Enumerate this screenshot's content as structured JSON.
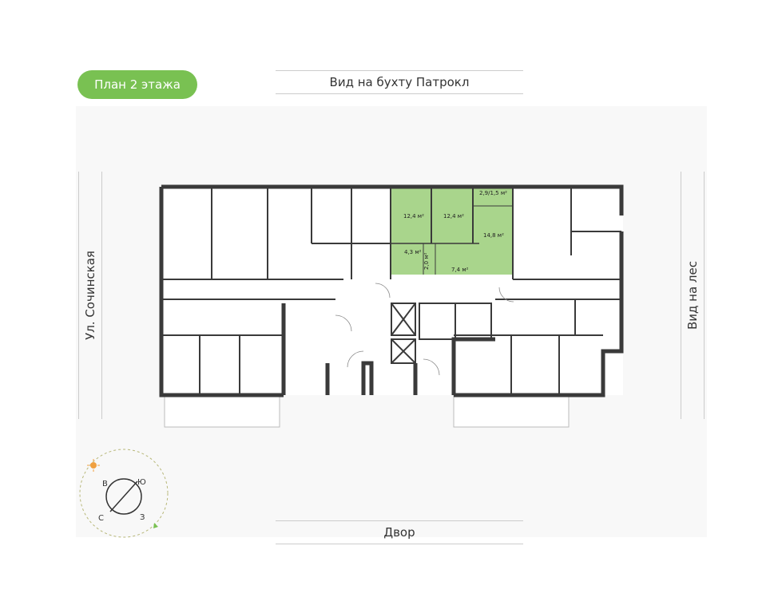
{
  "floor_badge": "План 2 этажа",
  "views": {
    "top": "Вид на бухту Патрокл",
    "bottom": "Двор",
    "left": "Ул. Сочинская",
    "right": "Вид на лес"
  },
  "highlighted_apartment": {
    "color": "#a9d58c",
    "rooms": [
      {
        "name": "room-a",
        "area": "12,4 м²"
      },
      {
        "name": "room-b",
        "area": "12,4 м²"
      },
      {
        "name": "balcony",
        "area": "2,9/1,5 м²"
      },
      {
        "name": "kitchen",
        "area": "14,8 м²"
      },
      {
        "name": "bath",
        "area": "4,3 м²"
      },
      {
        "name": "wc",
        "area": "2,0 м²"
      },
      {
        "name": "hall",
        "area": "7,4 м²"
      }
    ]
  },
  "compass": {
    "letters": [
      "В",
      "Ю",
      "С",
      "З"
    ],
    "sun_icon": "sun-icon",
    "accent": "#79c152"
  }
}
